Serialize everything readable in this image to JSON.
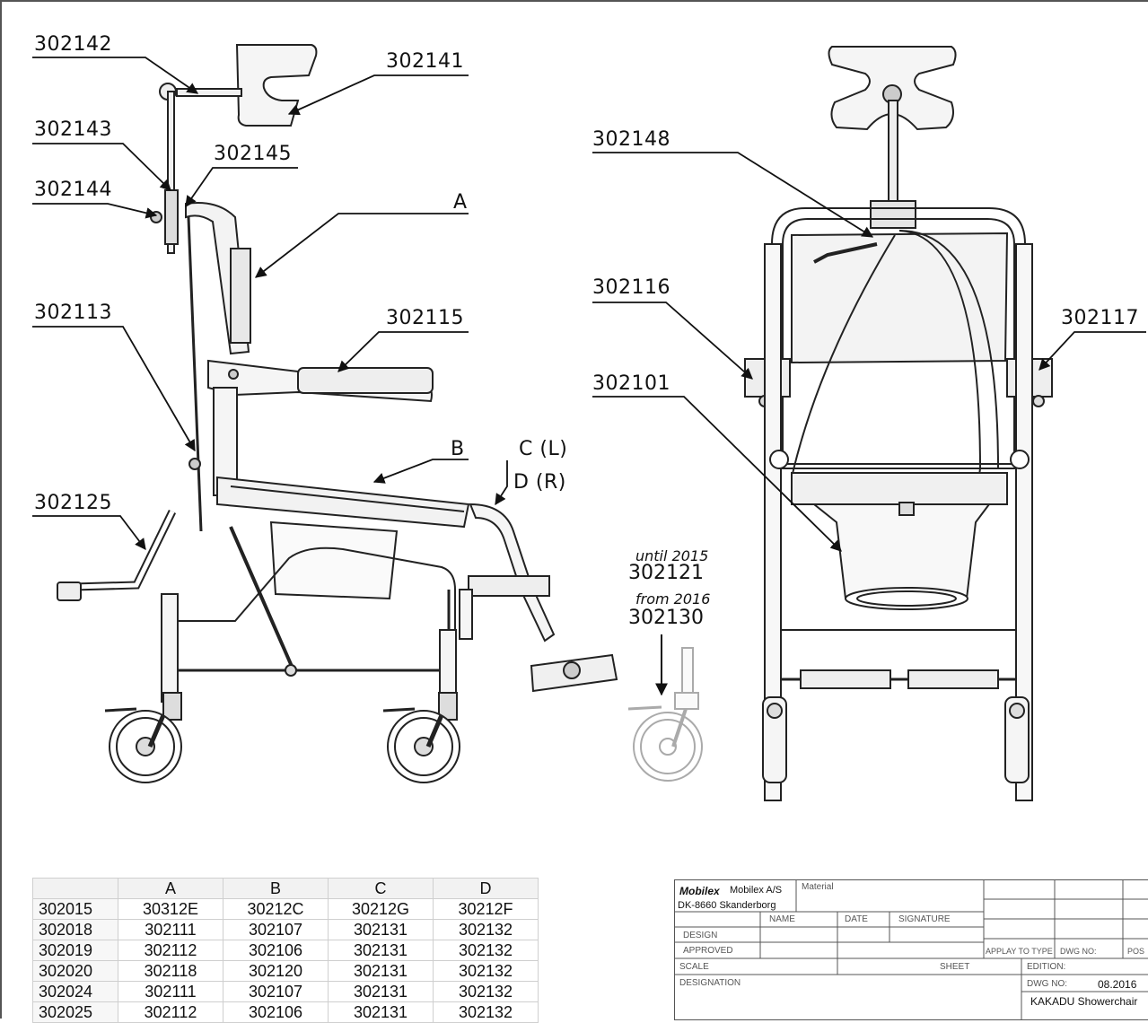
{
  "callouts": {
    "c302142": "302142",
    "c302141": "302141",
    "c302143": "302143",
    "c302145": "302145",
    "c302144": "302144",
    "cA": "A",
    "c302113": "302113",
    "c302115": "302115",
    "cB": "B",
    "cCL": "C (L)",
    "cDR": "D (R)",
    "c302125": "302125",
    "c302148": "302148",
    "c302116": "302116",
    "c302117": "302117",
    "c302101": "302101"
  },
  "caster_note": {
    "until_label": "until 2015",
    "until_part": "302121",
    "from_label": "from 2016",
    "from_part": "302130"
  },
  "parts_table": {
    "headers": [
      "",
      "A",
      "B",
      "C",
      "D"
    ],
    "rows": [
      [
        "302015",
        "30312E",
        "30212C",
        "30212G",
        "30212F"
      ],
      [
        "302018",
        "302111",
        "302107",
        "302131",
        "302132"
      ],
      [
        "302019",
        "302112",
        "302106",
        "302131",
        "302132"
      ],
      [
        "302020",
        "302118",
        "302120",
        "302131",
        "302132"
      ],
      [
        "302024",
        "302111",
        "302107",
        "302131",
        "302132"
      ],
      [
        "302025",
        "302112",
        "302106",
        "302131",
        "302132"
      ]
    ]
  },
  "title_block": {
    "logo_text": "Mobilex",
    "company": "Mobilex A/S",
    "address": "DK-8660 Skanderborg",
    "material_label": "Material",
    "name_label": "NAME",
    "date_label": "DATE",
    "signature_label": "SIGNATURE",
    "design_label": "DESIGN",
    "approved_label": "APPROVED",
    "apply_label": "APPLAY TO TYPE",
    "dwg_no_label": "DWG NO:",
    "pos_label": "POS",
    "scale_label": "SCALE",
    "sheet_label": "SHEET",
    "edition_label": "EDITION:",
    "designation_label": "DESIGNATION",
    "dwg_no2_label": "DWG NO:",
    "date_value": "08.2016",
    "product": "KAKADU Showerchair"
  }
}
